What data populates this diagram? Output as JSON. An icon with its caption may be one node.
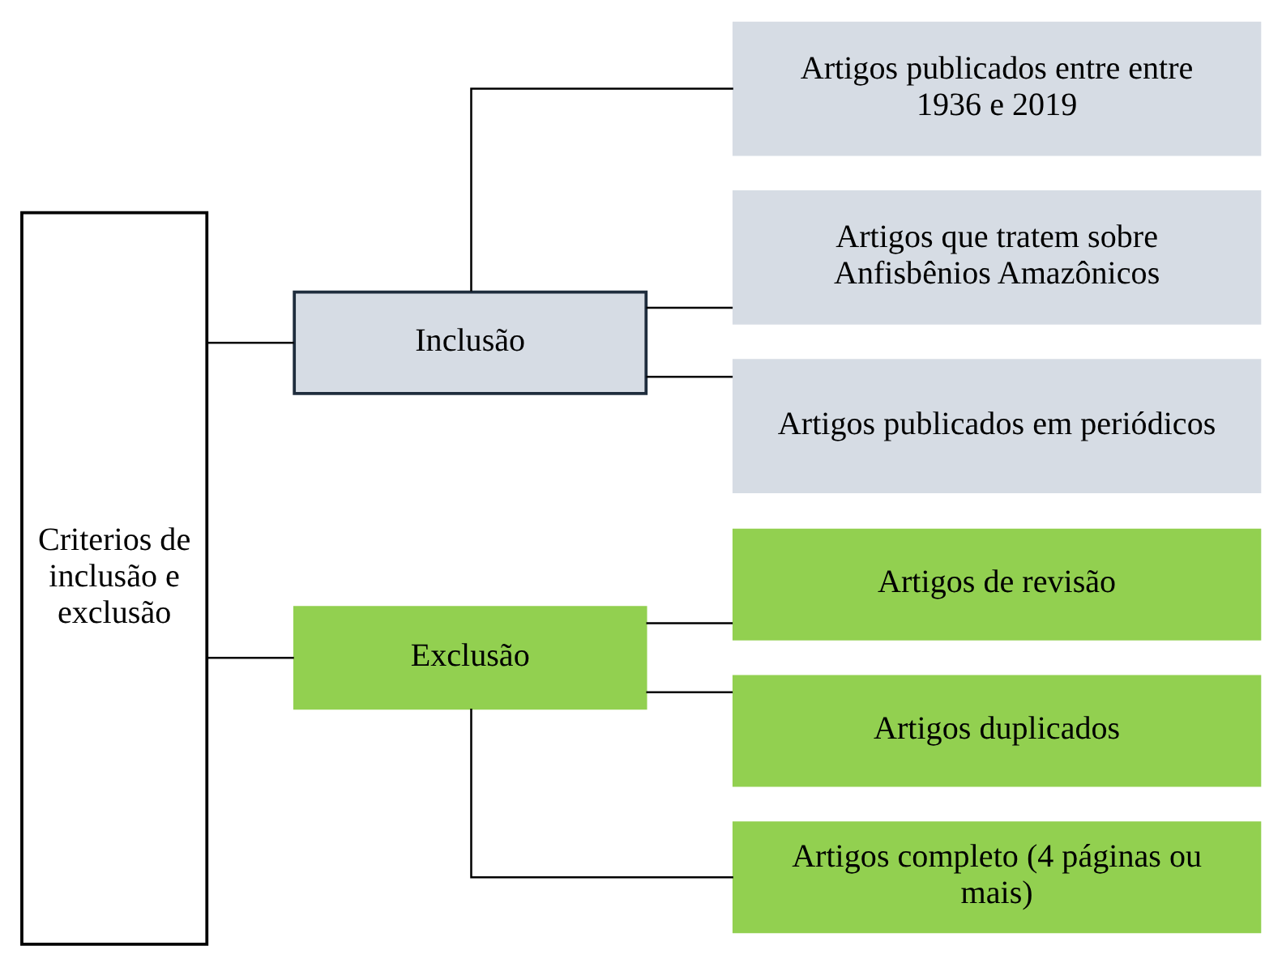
{
  "diagram": {
    "nodes": [
      {
        "text": [
          "Criterios de inclusão e exclusão"
        ]
      },
      {
        "text": [
          "Inclusão"
        ]
      },
      {
        "text": [
          "Exclusão"
        ]
      },
      {
        "text": [
          "Artigos publicados entre entre 1936 e 2019"
        ]
      },
      {
        "text": [
          "Artigos que tratem sobre Anfisbênios Amazônicos"
        ]
      },
      {
        "text": [
          "Artigos publicados em periódicos"
        ]
      },
      {
        "text": [
          "Artigos de revisão"
        ]
      },
      {
        "text": [
          "Artigos duplicados"
        ]
      },
      {
        "text": [
          "Artigos completo (4 páginas ou mais)"
        ]
      }
    ],
    "edges": [
      {
        "from": 0,
        "to": 1,
        "arrow": "none"
      },
      {
        "from": 0,
        "to": 2,
        "arrow": "none"
      },
      {
        "from": 1,
        "to": 3,
        "arrow": "none"
      },
      {
        "from": 1,
        "to": 4,
        "arrow": "none"
      },
      {
        "from": 1,
        "to": 5,
        "arrow": "none"
      },
      {
        "from": 2,
        "to": 6,
        "arrow": "none"
      },
      {
        "from": 2,
        "to": 7,
        "arrow": "none"
      },
      {
        "from": 2,
        "to": 8,
        "arrow": "none"
      }
    ]
  }
}
